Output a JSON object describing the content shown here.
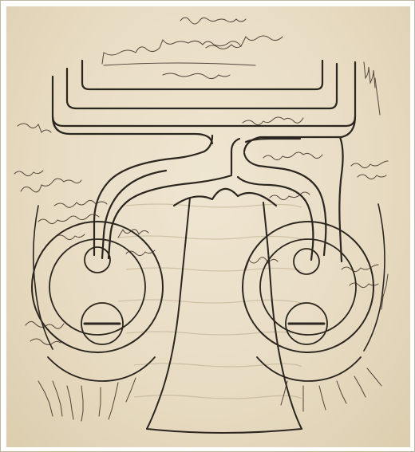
{
  "image": {
    "kind": "manuscript-illustration",
    "subject": "anatomical-diagram-of-eyes-and-optic-nerves",
    "script": "arabic-handwritten",
    "colors": {
      "page_background": "#ffffff",
      "parchment": "#e8dcc3",
      "ink": "#2b2620",
      "red_ink": "#8a3a22"
    }
  }
}
